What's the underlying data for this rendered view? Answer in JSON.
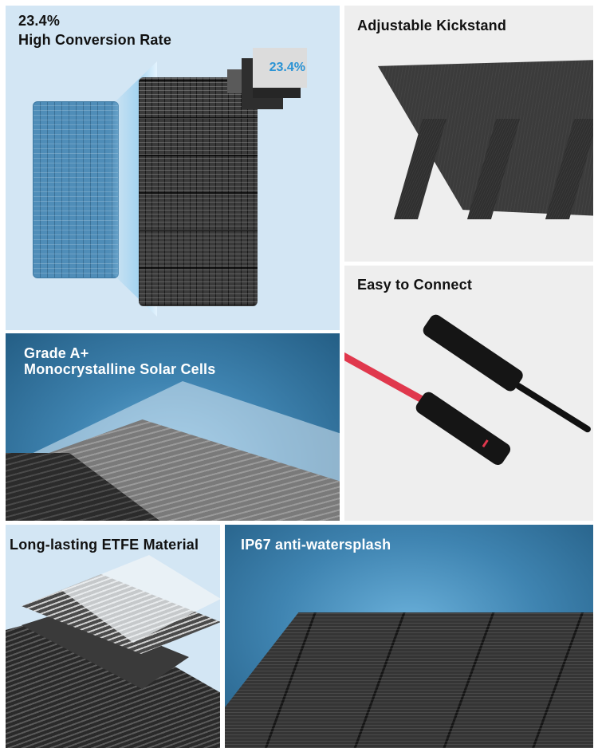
{
  "tiles": {
    "conversion": {
      "title_line1": "23.4%",
      "title_line2": "High Conversion Rate",
      "callout_value": "23.4%",
      "callout_color": "#2a93d5",
      "background": "#d3e6f4"
    },
    "kickstand": {
      "title": "Adjustable Kickstand",
      "background": "#eeeeee"
    },
    "connect": {
      "title": "Easy to Connect",
      "background": "#eeeeee",
      "cable_colors": [
        "#e0384d",
        "#111111"
      ]
    },
    "cells": {
      "title_line1": "Grade A+",
      "title_line2": "Monocrystalline Solar Cells",
      "background": "#3f84b1"
    },
    "etfe": {
      "title": "Long-lasting ETFE Material",
      "background": "#d3e6f4"
    },
    "waterproof": {
      "title": "IP67 anti-watersplash",
      "background": "#3f84b1"
    }
  }
}
